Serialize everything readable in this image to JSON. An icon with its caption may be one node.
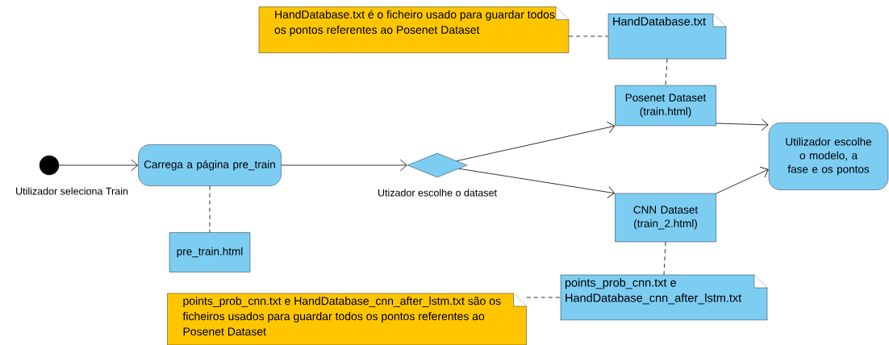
{
  "diagram": {
    "nodes": [
      {
        "text": [],
        "shape": "circle",
        "beside": [
          "Utilizador seleciona Train"
        ]
      },
      {
        "text": [
          "Carrega a página pre_train"
        ]
      },
      {
        "text": [],
        "shape": "diamond",
        "beside": [
          "Utizador escolhe o dataset"
        ]
      },
      {
        "text": [
          "Posenet Dataset (train.html)"
        ]
      },
      {
        "text": [
          "CNN Dataset (train_2.html)"
        ]
      },
      {
        "text": [
          "Utilizador escolhe o modelo, a fase e os pontos"
        ]
      },
      {
        "text": [
          "pre_train.html"
        ]
      },
      {
        "text": [
          "HandDatabase.txt"
        ]
      },
      {
        "text": [
          "HandDatabase.txt é o ficheiro usado para guardar todos os pontos referentes ao Posenet Dataset"
        ]
      },
      {
        "text": [
          "points_prob_cnn.txt e HandDatabase_cnn_after_lstm.txt"
        ]
      },
      {
        "text": [
          "points_prob_cnn.txt e HandDatabase_cnn_after_lstm.txt são os ficheiros usados para guardar todos os pontos referentes ao Posenet Dataset"
        ]
      }
    ],
    "edges": [
      {
        "from": 0,
        "to": 1,
        "arrow": "to"
      },
      {
        "from": 1,
        "to": 2,
        "arrow": "to"
      },
      {
        "from": 2,
        "to": 3,
        "arrow": "to"
      },
      {
        "from": 2,
        "to": 4,
        "arrow": "to"
      },
      {
        "from": 3,
        "to": 5,
        "arrow": "to"
      },
      {
        "from": 4,
        "to": 5,
        "arrow": "to"
      },
      {
        "from": 1,
        "to": 6,
        "arrow": "none",
        "style": "dashed"
      },
      {
        "from": 7,
        "to": 3,
        "arrow": "none",
        "style": "dashed"
      },
      {
        "from": 8,
        "to": 7,
        "arrow": "none",
        "style": "dashed"
      },
      {
        "from": 4,
        "to": 9,
        "arrow": "none",
        "style": "dashed"
      },
      {
        "from": 10,
        "to": 9,
        "arrow": "none",
        "style": "dashed"
      }
    ]
  }
}
